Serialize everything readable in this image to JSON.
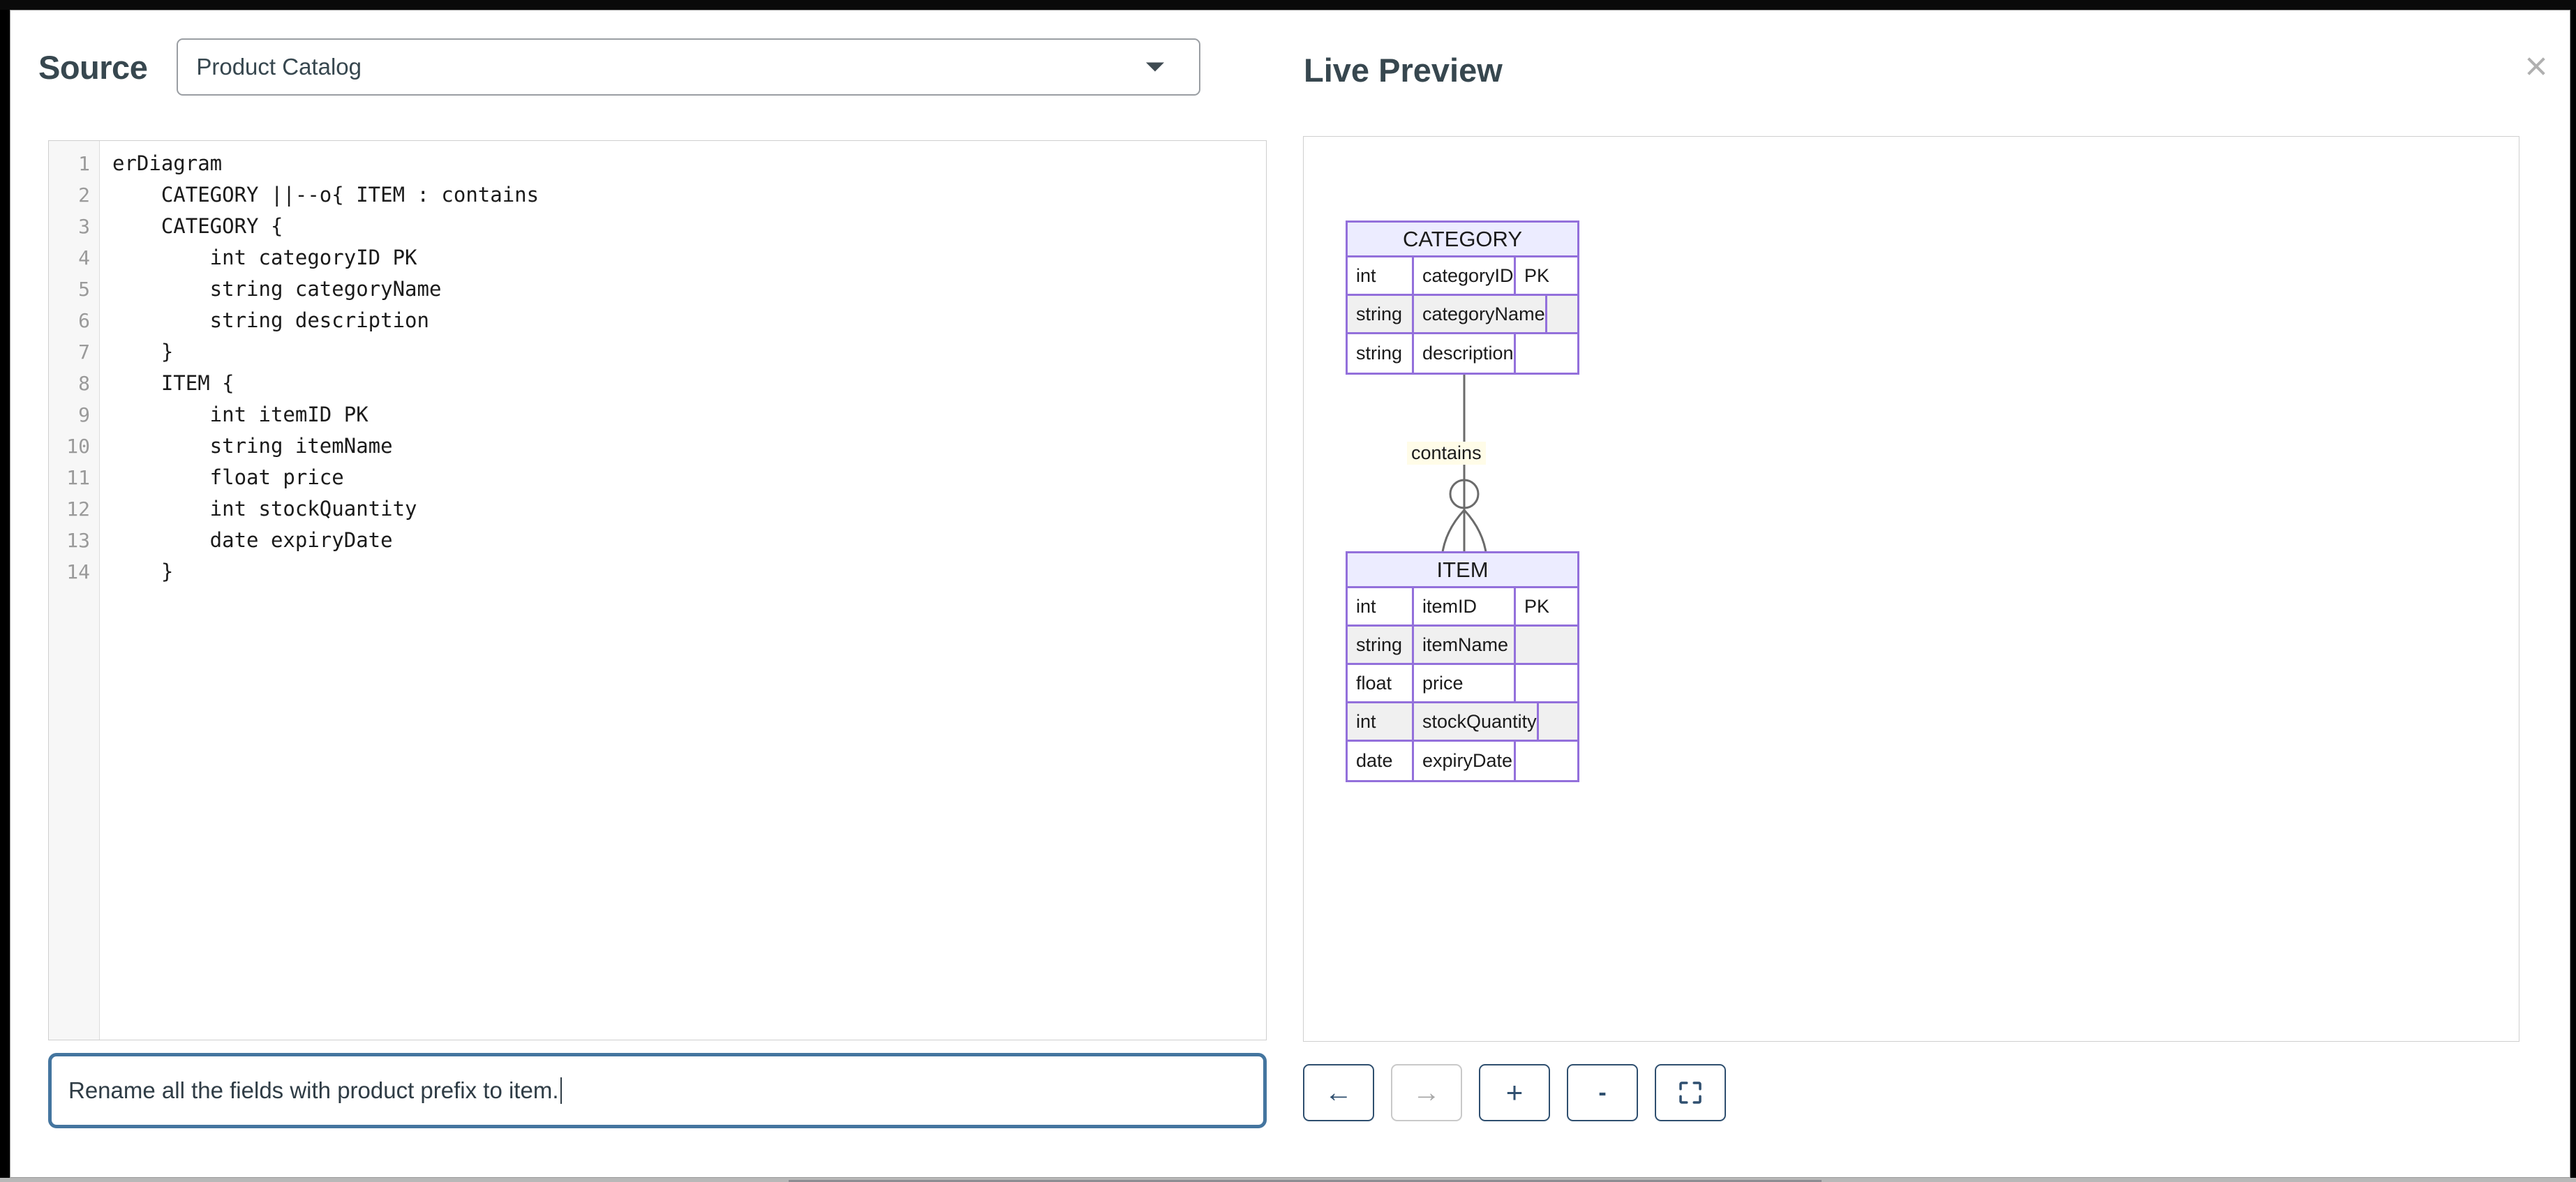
{
  "window": {
    "top_bar_color": "#0a0a0a",
    "modal_border_color": "#9a9a9a"
  },
  "source": {
    "title": "Source",
    "diagram_select": {
      "value": "Product Catalog",
      "caret_icon": "chevron-down-icon"
    },
    "code": {
      "language": "mermaid",
      "line_numbers": [
        1,
        2,
        3,
        4,
        5,
        6,
        7,
        8,
        9,
        10,
        11,
        12,
        13,
        14
      ],
      "lines": [
        "erDiagram",
        "    CATEGORY ||--o{ ITEM : contains",
        "    CATEGORY {",
        "        int categoryID PK",
        "        string categoryName",
        "        string description",
        "    }",
        "    ITEM {",
        "        int itemID PK",
        "        string itemName",
        "        float price",
        "        int stockQuantity",
        "        date expiryDate",
        "    }"
      ]
    },
    "prompt": {
      "value": "Rename all the fields with product prefix to item.",
      "placeholder": "",
      "focused": true,
      "border_color": "#44759f"
    }
  },
  "preview": {
    "title": "Live Preview",
    "close_icon": "close-icon",
    "toolbar": [
      {
        "name": "pan-left-button",
        "glyph": "←",
        "label": "←",
        "disabled": false
      },
      {
        "name": "pan-right-button",
        "glyph": "→",
        "label": "→",
        "disabled": true
      },
      {
        "name": "zoom-in-button",
        "glyph": "+",
        "label": "+",
        "disabled": false
      },
      {
        "name": "zoom-out-button",
        "glyph": "-",
        "label": "-",
        "disabled": false
      },
      {
        "name": "fit-to-screen-button",
        "glyph": "fit-screen-icon",
        "label": "",
        "disabled": false
      }
    ],
    "colors": {
      "entity_border": "#9370db",
      "entity_header_fill": "#ececff",
      "entity_alt_row_fill": "#f0f0f0",
      "relationship_line": "#6b6b6b",
      "relationship_label_fill": "#fffce8"
    }
  },
  "diagram_data": {
    "type": "er-diagram",
    "entities": [
      {
        "name": "CATEGORY",
        "attributes": [
          {
            "type": "int",
            "name": "categoryID",
            "key": "PK"
          },
          {
            "type": "string",
            "name": "categoryName",
            "key": ""
          },
          {
            "type": "string",
            "name": "description",
            "key": ""
          }
        ]
      },
      {
        "name": "ITEM",
        "attributes": [
          {
            "type": "int",
            "name": "itemID",
            "key": "PK"
          },
          {
            "type": "string",
            "name": "itemName",
            "key": ""
          },
          {
            "type": "float",
            "name": "price",
            "key": ""
          },
          {
            "type": "int",
            "name": "stockQuantity",
            "key": ""
          },
          {
            "type": "date",
            "name": "expiryDate",
            "key": ""
          }
        ]
      }
    ],
    "relationships": [
      {
        "from": "CATEGORY",
        "to": "ITEM",
        "label": "contains",
        "from_cardinality": "exactly-one",
        "to_cardinality": "zero-or-many",
        "notation": "||--o{"
      }
    ]
  }
}
